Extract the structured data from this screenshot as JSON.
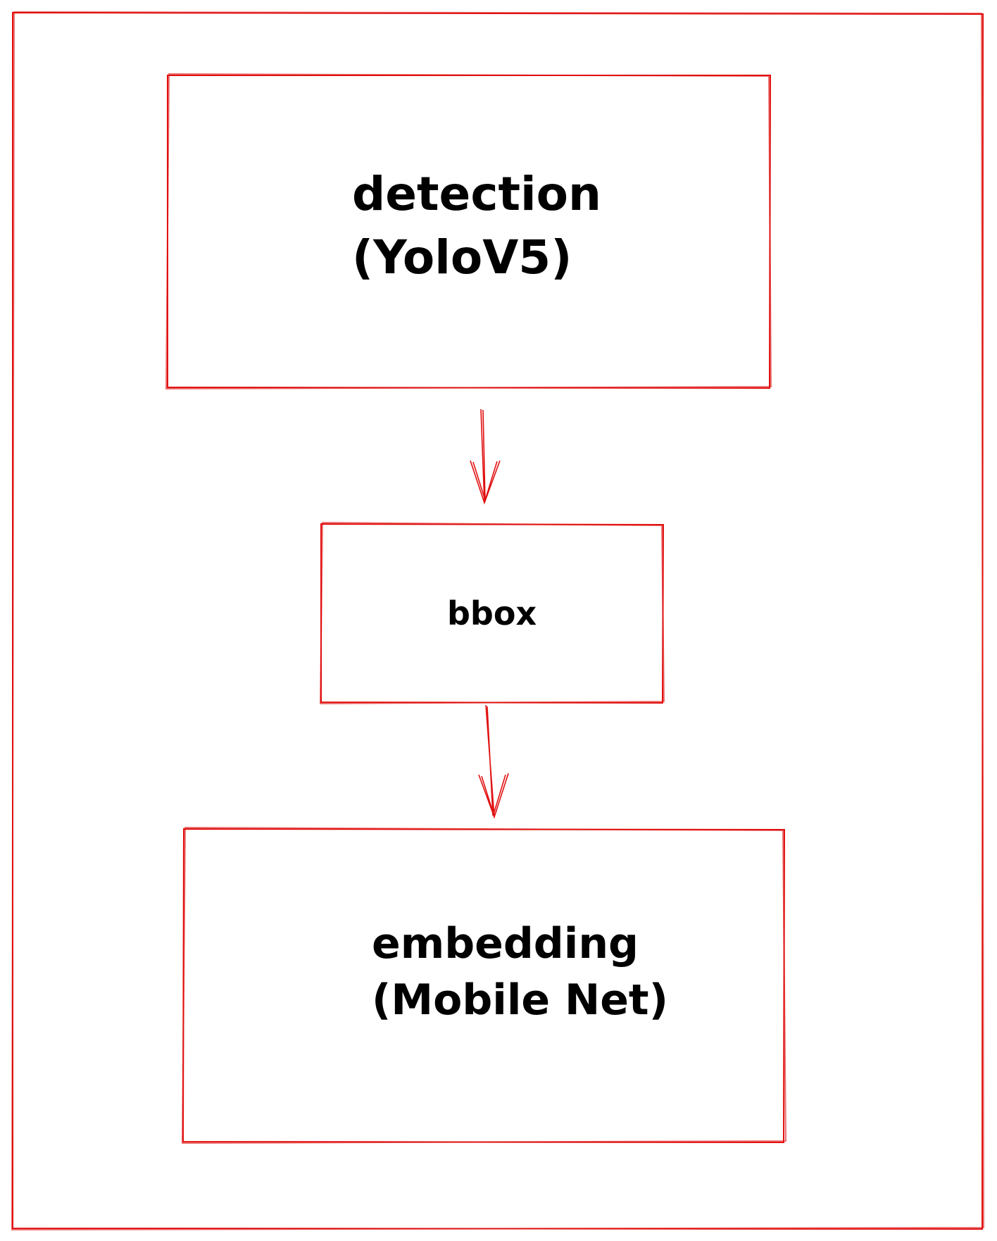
{
  "diagram": {
    "stroke_color": "#e01010",
    "nodes": [
      {
        "id": "detection",
        "lines": [
          "detection",
          "(YoloV5)"
        ]
      },
      {
        "id": "bbox",
        "lines": [
          "bbox"
        ]
      },
      {
        "id": "embedding",
        "lines": [
          "embedding",
          "(Mobile Net)"
        ]
      }
    ],
    "edges": [
      {
        "from": "detection",
        "to": "bbox"
      },
      {
        "from": "bbox",
        "to": "embedding"
      }
    ]
  }
}
